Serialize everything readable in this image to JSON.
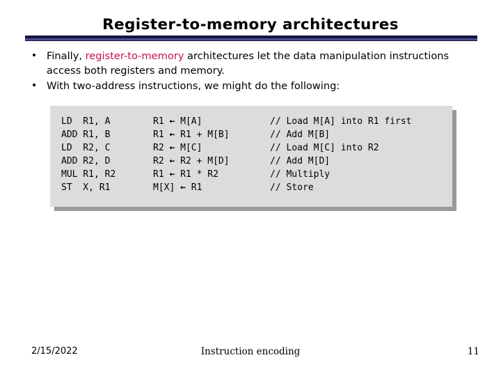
{
  "slide": {
    "title": "Register-to-memory architectures",
    "accent_color": "#c8104e",
    "rule_color": "#12123f",
    "rule_inner_color": "#4a4a8c",
    "code_box_bg": "#dcdcdc",
    "code_box_shadow": "#999999"
  },
  "bullets": [
    {
      "marker": "bullet-dot",
      "pre": "Finally, ",
      "accent": "register-to-memory",
      "post": " architectures let the data manipulation instructions access both registers and memory."
    },
    {
      "marker": "bullet-dot",
      "pre": "With two-address instructions, we might do the following:",
      "accent": "",
      "post": ""
    }
  ],
  "code_block": {
    "arrow_glyph": "←",
    "rows": [
      {
        "instruction": "LD  R1, A",
        "rtl_left": "R1",
        "rtl_right": "M[A]",
        "comment": "// Load M[A] into R1 first"
      },
      {
        "instruction": "ADD R1, B",
        "rtl_left": "R1",
        "rtl_right": "R1 + M[B]",
        "comment": "// Add M[B]"
      },
      {
        "instruction": "LD  R2, C",
        "rtl_left": "R2",
        "rtl_right": "M[C]",
        "comment": "// Load M[C] into R2"
      },
      {
        "instruction": "ADD R2, D",
        "rtl_left": "R2",
        "rtl_right": "R2 + M[D]",
        "comment": "// Add M[D]"
      },
      {
        "instruction": "MUL R1, R2",
        "rtl_left": "R1",
        "rtl_right": "R1 * R2",
        "comment": "// Multiply"
      },
      {
        "instruction": "ST  X, R1",
        "rtl_left": "M[X]",
        "rtl_right": "R1",
        "comment": "// Store"
      }
    ]
  },
  "footer": {
    "date": "2/15/2022",
    "center": "Instruction encoding",
    "page": "11"
  }
}
